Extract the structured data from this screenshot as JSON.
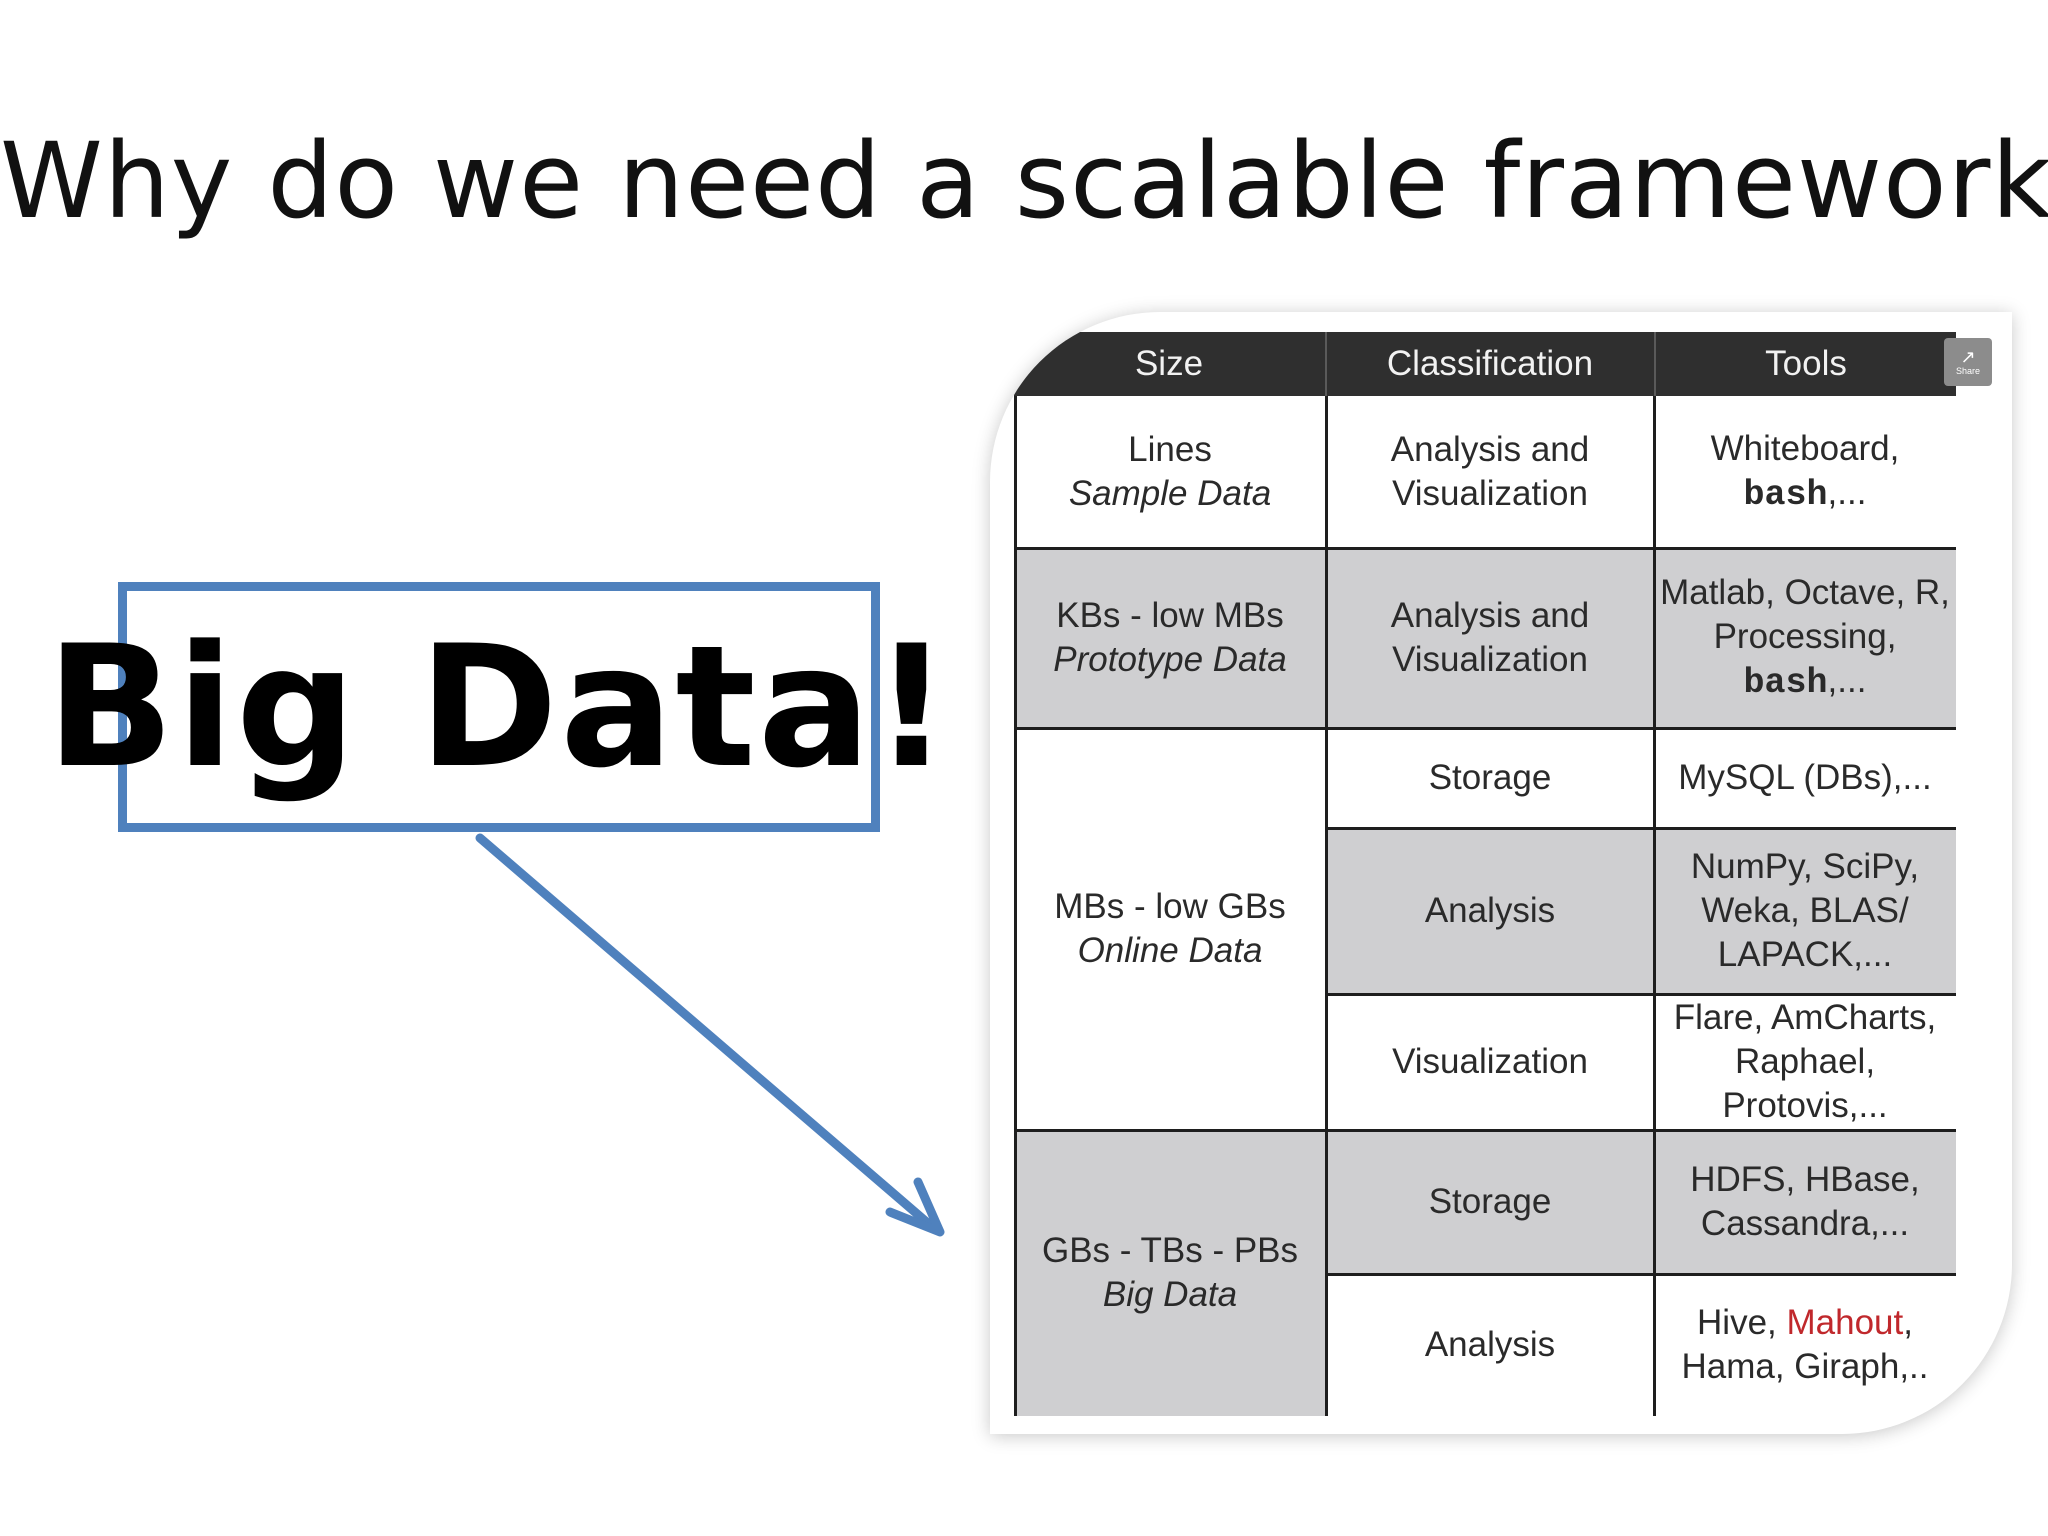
{
  "slide": {
    "title": "Why do we need a scalable framework?",
    "callout": "Big Data!"
  },
  "colors": {
    "callout_border": "#4f81bd",
    "arrow": "#4f81bd",
    "header_bg": "#2f2f2f",
    "row_gray": "#cfcfd1",
    "highlight_red": "#c0282c"
  },
  "table": {
    "headers": [
      "Size",
      "Classification",
      "Tools"
    ],
    "share": {
      "icon": "share-icon",
      "label": "Share"
    },
    "rows": {
      "r1": {
        "size": "Lines",
        "size_sub": "Sample Data",
        "class": "Analysis and Visualization",
        "tools_a": "Whiteboard,",
        "tools_b_mono": "bash",
        "tools_b_rest": ",..."
      },
      "r2": {
        "size": "KBs - low MBs",
        "size_sub": "Prototype Data",
        "class": "Analysis and Visualization",
        "tools_a": "Matlab, Octave, R,",
        "tools_b": "Processing,",
        "tools_c_mono": "bash",
        "tools_c_rest": ",..."
      },
      "r3": {
        "size": "MBs - low GBs",
        "size_sub": "Online Data",
        "storage": "Storage",
        "storage_tools": "MySQL (DBs),...",
        "analysis": "Analysis",
        "analysis_tools_a": "NumPy, SciPy,",
        "analysis_tools_b": "Weka, BLAS/",
        "analysis_tools_c": "LAPACK,...",
        "vis": "Visualization",
        "vis_tools_a": "Flare, AmCharts,",
        "vis_tools_b": "Raphael, Protovis,..."
      },
      "r4": {
        "size": "GBs - TBs - PBs",
        "size_sub": "Big Data",
        "storage": "Storage",
        "storage_tools_a": "HDFS, HBase,",
        "storage_tools_b": "Cassandra,...",
        "analysis": "Analysis",
        "analysis_tools_pre": "Hive, ",
        "analysis_tools_red": "Mahout",
        "analysis_tools_post": ",",
        "analysis_tools_b": "Hama, Giraph,.."
      }
    }
  }
}
